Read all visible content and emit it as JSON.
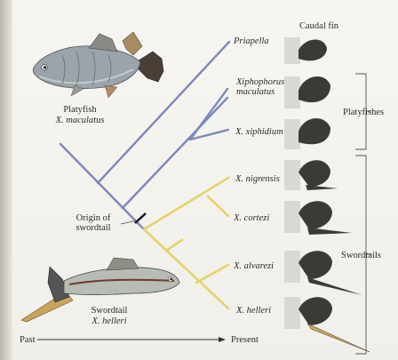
{
  "header": {
    "caudal_fin": "Caudal fin"
  },
  "species": [
    {
      "id": "priapella",
      "name": "Priapella",
      "group": "outgroup"
    },
    {
      "id": "xmaculatus",
      "name": "Xiphophorus\nmaculatus",
      "group": "platyfishes"
    },
    {
      "id": "xxiphidium",
      "name": "X. xiphidium",
      "group": "platyfishes"
    },
    {
      "id": "xnigrensis",
      "name": "X. nigrensis",
      "group": "swordtails"
    },
    {
      "id": "xcortezi",
      "name": "X. cortezi",
      "group": "swordtails"
    },
    {
      "id": "xalvarezi",
      "name": "X. alvarezi",
      "group": "swordtails"
    },
    {
      "id": "xhelleri",
      "name": "X. helleri",
      "group": "swordtails"
    }
  ],
  "groups": {
    "platyfishes": "Platyfishes",
    "swordtails": "Swordtails"
  },
  "platyfish": {
    "name": "Platyfish",
    "species": "X. maculatus"
  },
  "swordtail": {
    "name": "Swordtail",
    "species": "X. helleri"
  },
  "origin": "Origin of\nswordtail",
  "time_axis": {
    "past": "Past",
    "present": "Present"
  },
  "colors": {
    "ancestral": "#7d87b8",
    "swordtail_lineage": "#e3d469",
    "fin": "#3c3a36",
    "sword": "#c9a55a"
  },
  "icons": [
    "platyfish-illustration",
    "swordtail-illustration",
    "caudal-fin-icon",
    "sword-extension-icon"
  ]
}
